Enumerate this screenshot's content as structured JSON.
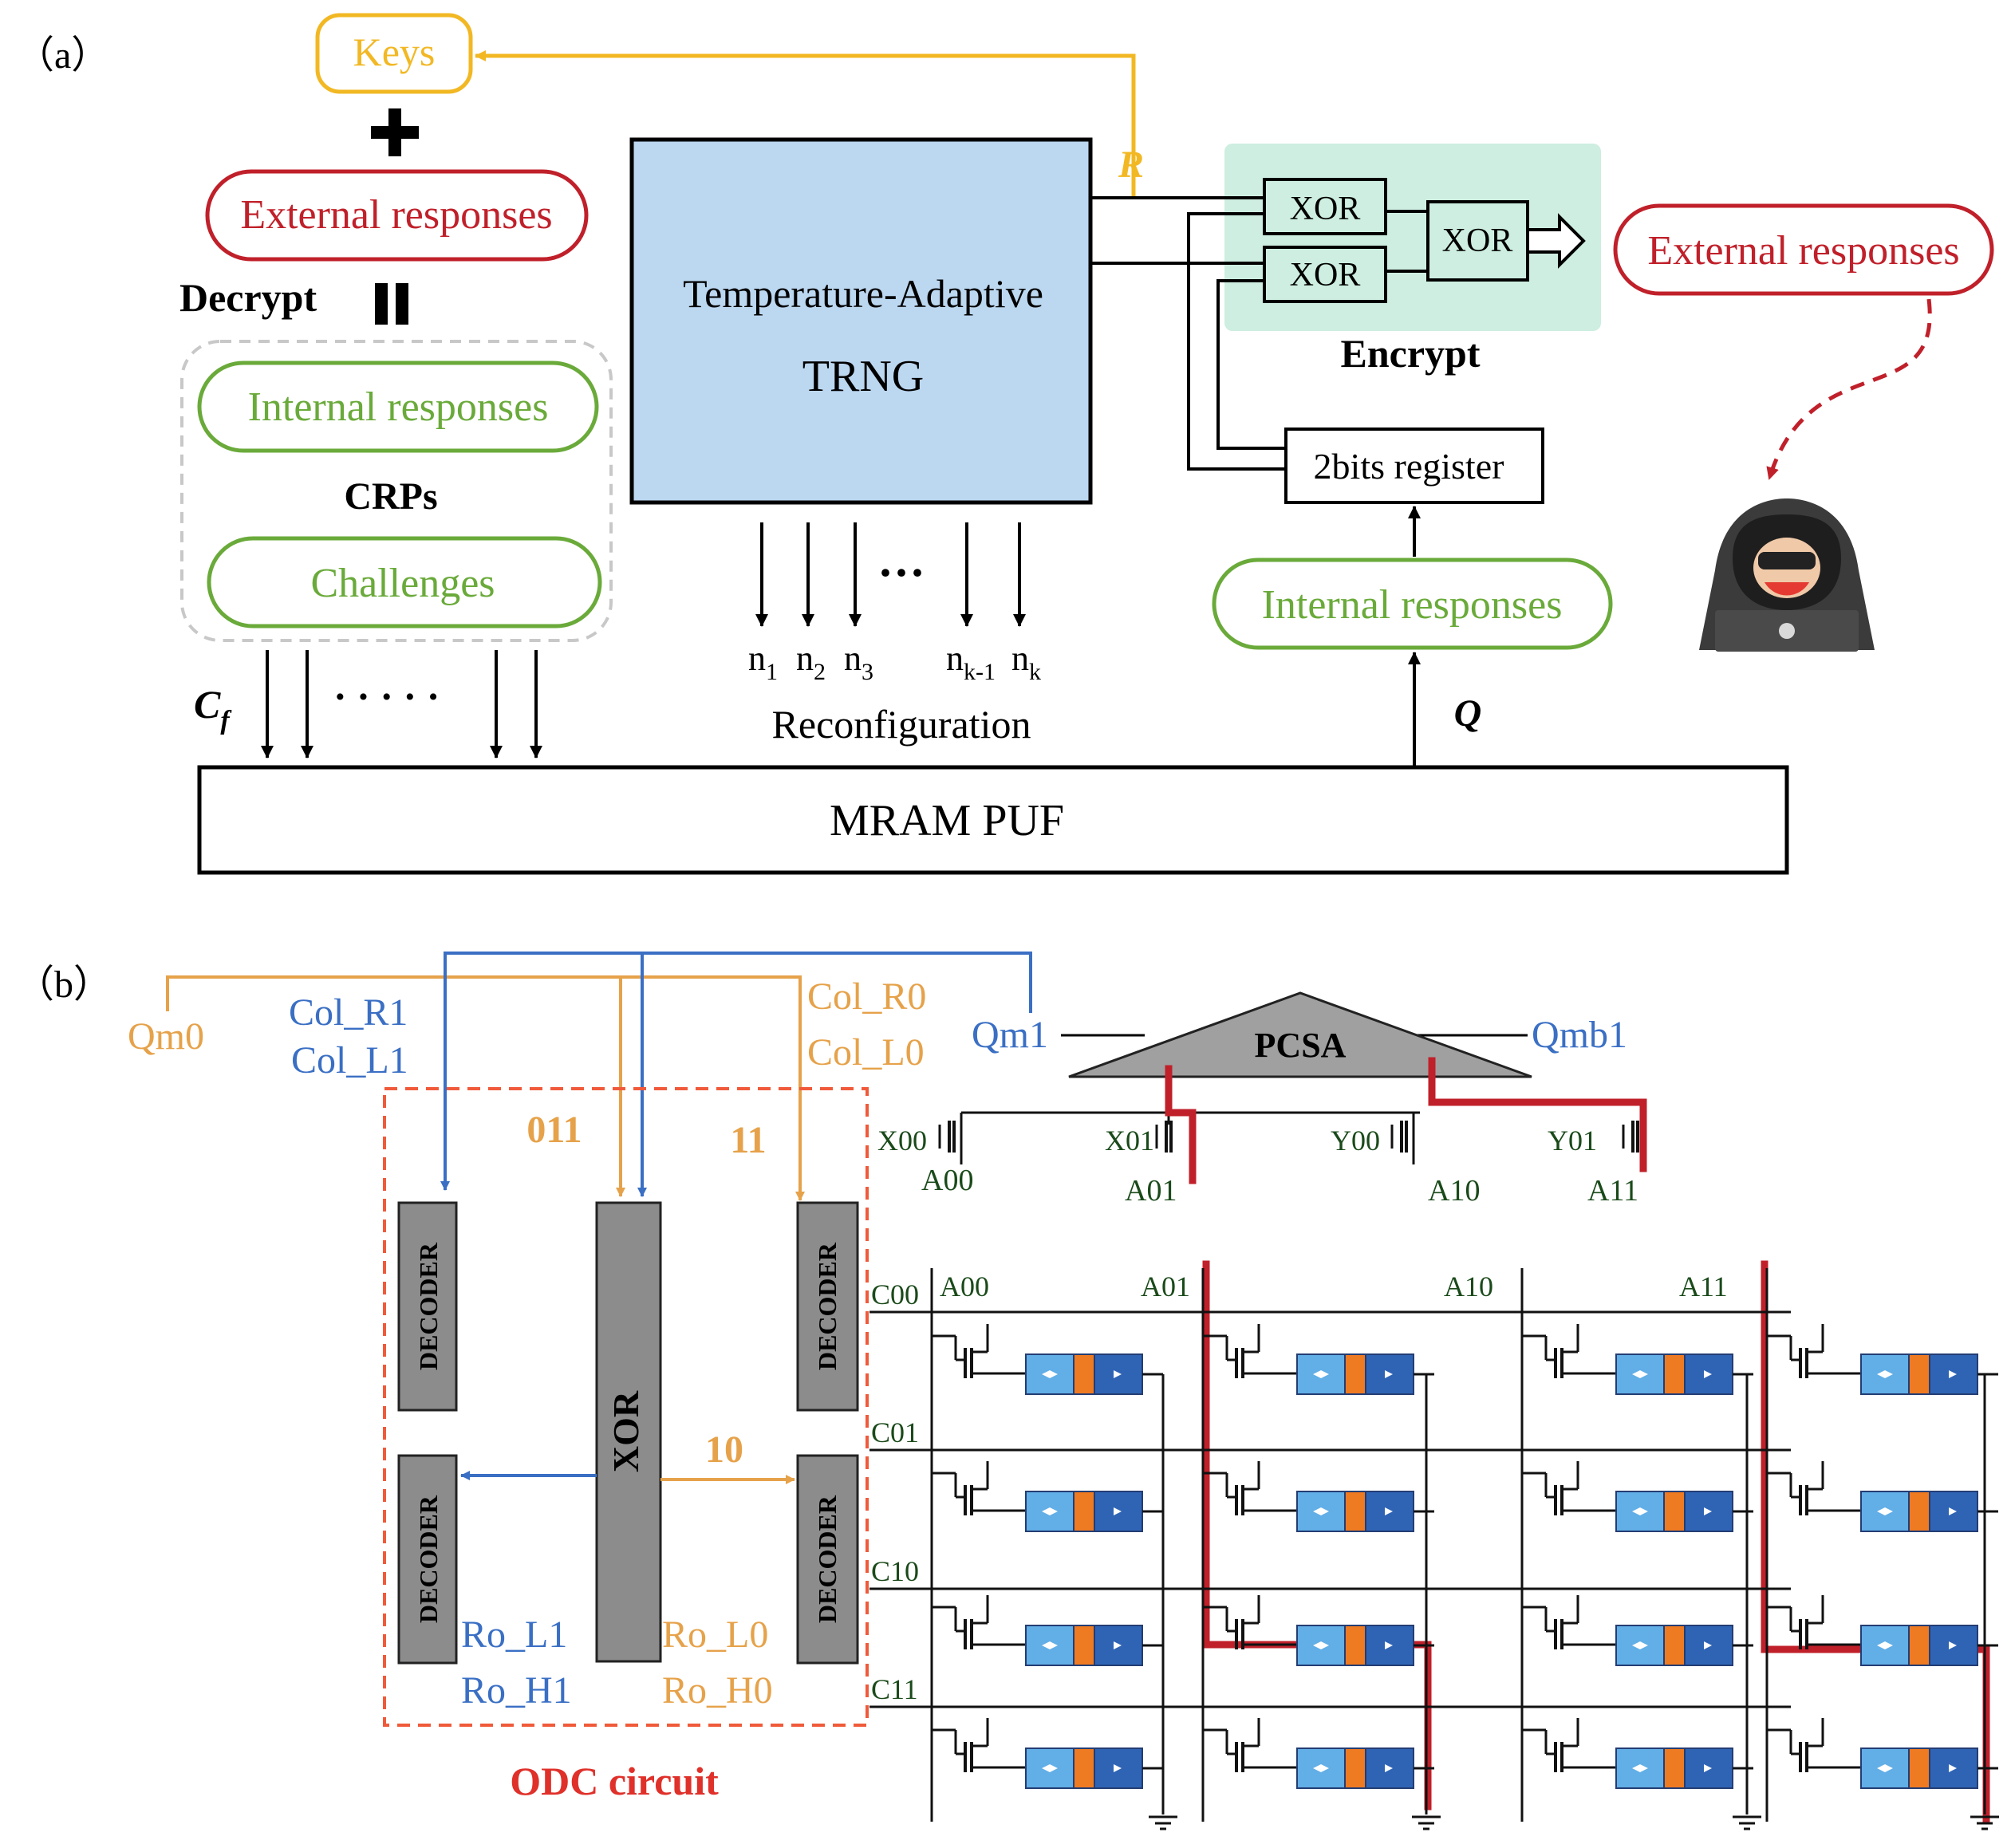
{
  "panel_a": {
    "label": "（a）",
    "keys": "Keys",
    "external_responses_left": "External responses",
    "decrypt": "Decrypt",
    "internal_responses_left": "Internal responses",
    "crps": "CRPs",
    "challenges": "Challenges",
    "cf_letter": "C",
    "cf_sub": "f",
    "dots_left": "· · · · ·",
    "trng_line1": "Temperature-Adaptive",
    "trng_line2": "TRNG",
    "r_label": "R",
    "xor": "XOR",
    "encrypt": "Encrypt",
    "external_responses_right": "External responses",
    "register": "2bits register",
    "internal_responses_right": "Internal responses",
    "q_label": "Q",
    "n_letter": "n",
    "n_subs": [
      "1",
      "2",
      "3",
      "k-1",
      "k"
    ],
    "dots_mid": "···",
    "reconfiguration": "Reconfiguration",
    "mram_puf": "MRAM PUF"
  },
  "panel_b": {
    "label": "（b）",
    "qm0": "Qm0",
    "col_r1": "Col_R1",
    "col_l1": "Col_L1",
    "col_r0": "Col_R0",
    "col_l0": "Col_L0",
    "qm1": "Qm1",
    "qmb1": "Qmb1",
    "pcsa": "PCSA",
    "code_011": "011",
    "code_11": "11",
    "code_10": "10",
    "decoder": "DECODER",
    "xor": "XOR",
    "ro_l1": "Ro_L1",
    "ro_h1": "Ro_H1",
    "ro_l0": "Ro_L0",
    "ro_h0": "Ro_H0",
    "odc": "ODC circuit",
    "x00": "X00",
    "x01": "X01",
    "y00": "Y00",
    "y01": "Y01",
    "a00": "A00",
    "a01": "A01",
    "a10": "A10",
    "a11": "A11",
    "c00": "C00",
    "c01": "C01",
    "c10": "C10",
    "c11": "C11"
  },
  "colors": {
    "orange": "#e6a24a",
    "blue": "#3a6fc4",
    "green": "#6aaa3a",
    "red": "#c0202a",
    "gold": "#f2b824",
    "trng_fill": "#bcd7f0",
    "encrypt_fill": "#cdeee0",
    "gray": "#8c8c8c",
    "mtj_light": "#62aee6",
    "mtj_dark": "#2f64b5",
    "mtj_mid": "#ee7a22"
  }
}
